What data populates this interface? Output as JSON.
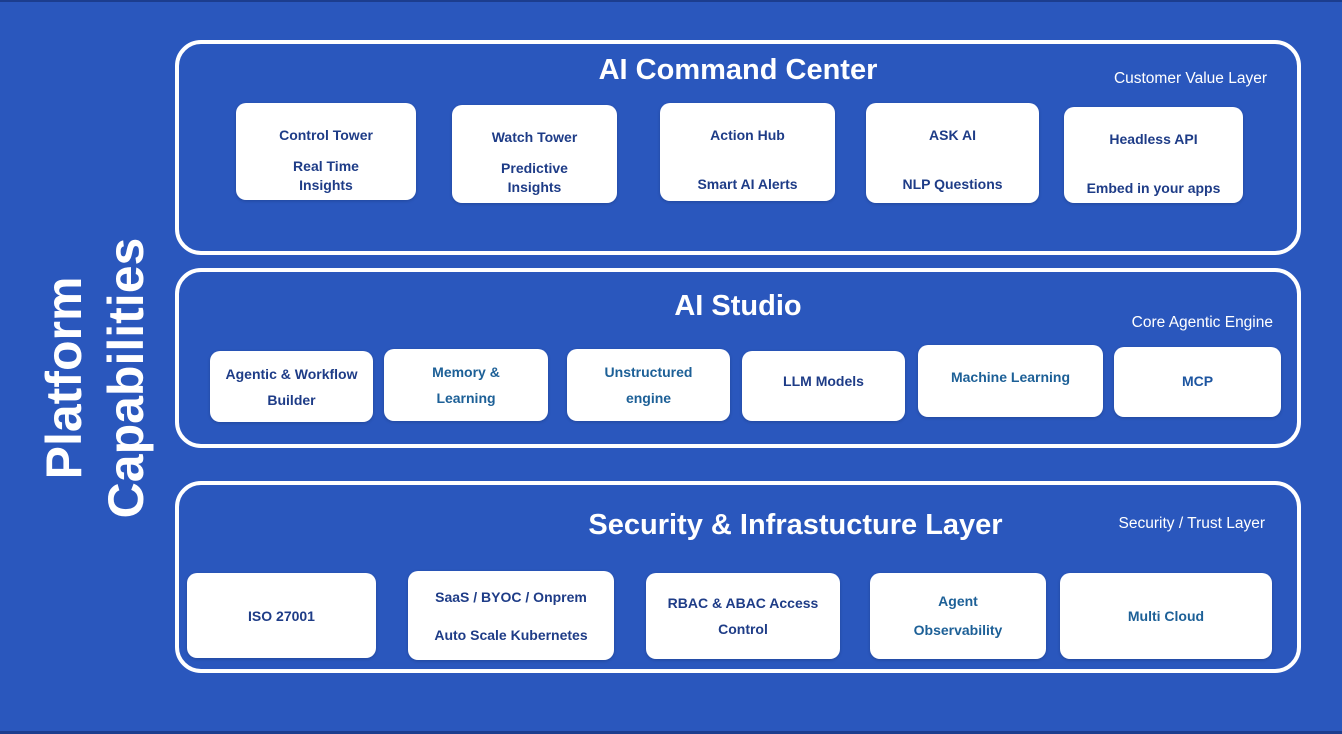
{
  "colors": {
    "background": "#2a57bd",
    "card_background": "#ffffff",
    "layer_border": "#ffffff",
    "navy_text": "#1e3c87",
    "steel_text": "#1d6097",
    "mcp_text": "#1d55a0",
    "white_text": "#ffffff"
  },
  "left_title": {
    "line1": "Platform",
    "line2": "Capabilities"
  },
  "sections": [
    {
      "title": "AI Command Center",
      "tag": "Customer Value Layer",
      "boxes": [
        {
          "t": "Control Tower",
          "s": "Real Time Insights",
          "color": "#1e3c87"
        },
        {
          "t": "Watch Tower",
          "s": "Predictive Insights",
          "color": "#1e3c87"
        },
        {
          "t": "Action Hub",
          "s": "Smart AI Alerts",
          "color": "#1e3c87"
        },
        {
          "t": "ASK AI",
          "s": "NLP Questions",
          "color": "#1e3c87"
        },
        {
          "t": "Headless API",
          "s": "Embed in your apps",
          "color": "#1e3c87"
        }
      ]
    },
    {
      "title": "AI Studio",
      "tag": "Core Agentic Engine",
      "boxes": [
        {
          "t": "Agentic & Workflow Builder",
          "color": "#1e3c87"
        },
        {
          "t": "Memory & Learning",
          "color": "#1d6097"
        },
        {
          "t": "Unstructured engine",
          "color": "#1d6097"
        },
        {
          "t": "LLM Models",
          "color": "#1e3c87"
        },
        {
          "t": "Machine Learning",
          "color": "#1d6097"
        },
        {
          "t": "MCP",
          "color": "#1d55a0"
        }
      ]
    },
    {
      "title": "Security & Infrastucture Layer",
      "tag": "Security / Trust Layer",
      "boxes": [
        {
          "t": "ISO 27001",
          "color": "#1e3c87"
        },
        {
          "t": "SaaS / BYOC / Onprem",
          "s": "Auto Scale Kubernetes",
          "color": "#1e3c87"
        },
        {
          "t": "RBAC & ABAC Access Control",
          "color": "#1e3c87"
        },
        {
          "t": "Agent Observability",
          "color": "#1d6097"
        },
        {
          "t": "Multi Cloud",
          "color": "#1d6097"
        }
      ]
    }
  ]
}
